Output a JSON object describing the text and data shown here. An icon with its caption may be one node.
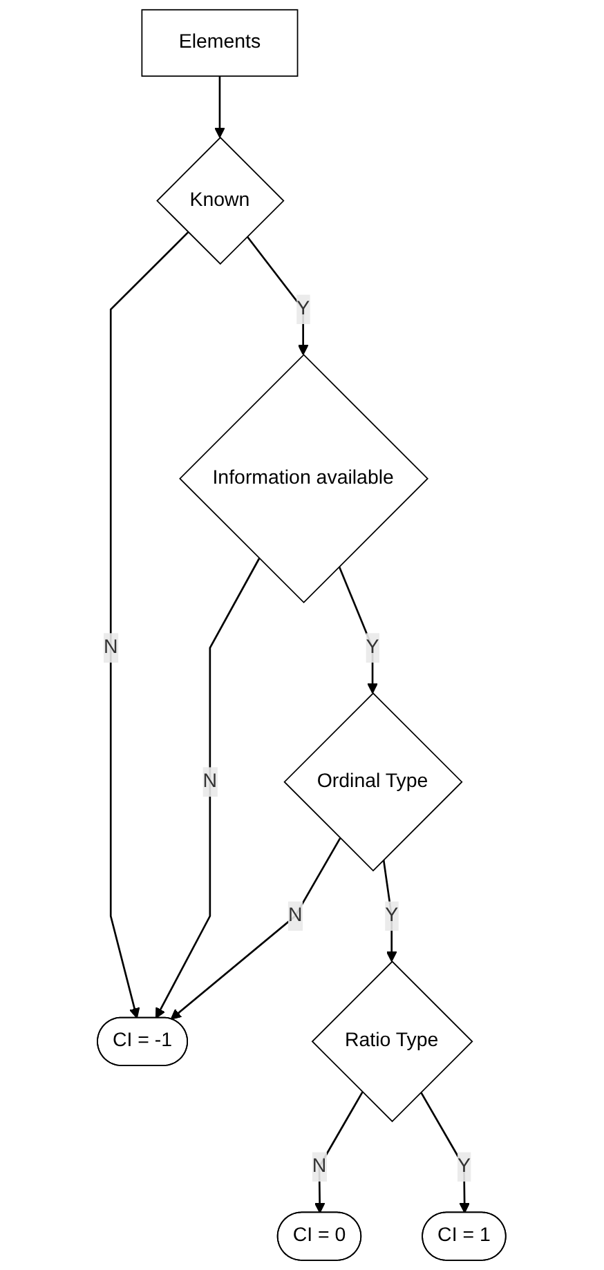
{
  "diagram": {
    "nodes": [
      {
        "text": [
          "Elements"
        ]
      },
      {
        "text": [
          "Known"
        ]
      },
      {
        "text": [
          "Information available"
        ]
      },
      {
        "text": [
          "Ordinal Type"
        ]
      },
      {
        "text": [
          "CI = -1"
        ]
      },
      {
        "text": [
          "Ratio Type"
        ]
      },
      {
        "text": [
          "CI = 0"
        ]
      },
      {
        "text": [
          "CI = 1"
        ]
      }
    ],
    "edges": [
      {
        "from": 0,
        "to": 1,
        "arrow": "to"
      },
      {
        "from": 1,
        "to": 4,
        "label": "N",
        "arrow": "to"
      },
      {
        "from": 1,
        "to": 2,
        "label": "Y",
        "arrow": "to"
      },
      {
        "from": 2,
        "to": 4,
        "label": "N",
        "arrow": "to"
      },
      {
        "from": 2,
        "to": 3,
        "label": "Y",
        "arrow": "to"
      },
      {
        "from": 3,
        "to": 4,
        "label": "N",
        "arrow": "to"
      },
      {
        "from": 3,
        "to": 5,
        "label": "Y",
        "arrow": "to"
      },
      {
        "from": 5,
        "to": 6,
        "label": "N",
        "arrow": "to"
      },
      {
        "from": 5,
        "to": 7,
        "label": "Y",
        "arrow": "to"
      }
    ]
  }
}
